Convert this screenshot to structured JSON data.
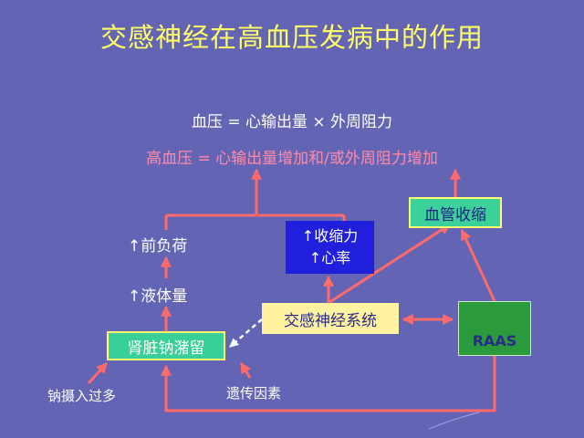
{
  "title": "交感神经在高血压发病中的作用",
  "equation_basic": "血压 = 心输出量 × 外周阻力",
  "equation_hypertension": "高血压 = 心输出量增加和/或外周阻力增加",
  "nodes": {
    "preload": "↑前负荷",
    "fluid_volume": "↑液体量",
    "contractility": "↑收缩力",
    "heart_rate": "↑心率",
    "vasoconstriction": "血管收缩",
    "sympathetic_system": "交感神经系统",
    "kidney_sodium_retention": "肾脏钠潴留",
    "raas": "RAAS",
    "sodium_intake": "钠摄入过多",
    "genetic_factors": "遗传因素"
  },
  "colors": {
    "background": "#6464b4",
    "title": "#ffff66",
    "arrow": "#ff6a6a",
    "highlight_equation": "#ff8aa8"
  }
}
